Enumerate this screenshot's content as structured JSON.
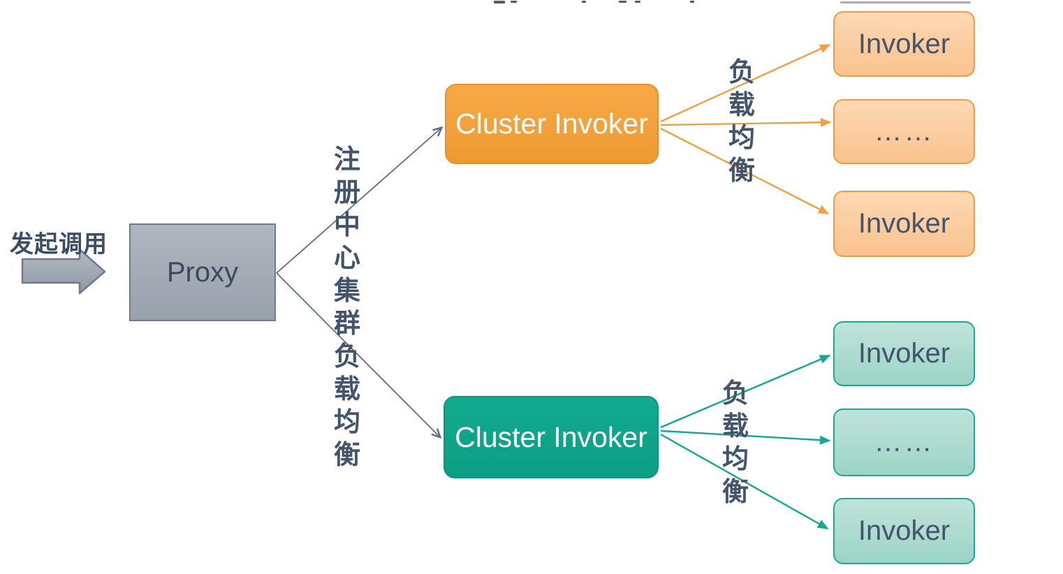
{
  "caller": {
    "label": "发起调用"
  },
  "proxy": {
    "label": "Proxy"
  },
  "registry_note": {
    "label": "注册中心集群负载均衡"
  },
  "clusters": [
    {
      "name": "cluster-top",
      "label": "Cluster Invoker",
      "load_balance_label": "负载均衡",
      "theme": "orange",
      "accent_color": "#F09B3A",
      "invokers": [
        {
          "label": "Invoker"
        },
        {
          "label": "……"
        },
        {
          "label": "Invoker"
        }
      ]
    },
    {
      "name": "cluster-bottom",
      "label": "Cluster Invoker",
      "load_balance_label": "负载均衡",
      "theme": "teal",
      "accent_color": "#0FA78D",
      "invokers": [
        {
          "label": "Invoker"
        },
        {
          "label": "……"
        },
        {
          "label": "Invoker"
        }
      ]
    }
  ],
  "colors": {
    "slate_text": "#44546A",
    "orange_accent": "#F09B3A",
    "orange_light_fill": "#FBCFA4",
    "teal_accent": "#0FA78D",
    "teal_light_fill": "#AEDCD0",
    "proxy_gray_fill": "#A3AAB5",
    "connector_gray": "#5D6E80"
  }
}
